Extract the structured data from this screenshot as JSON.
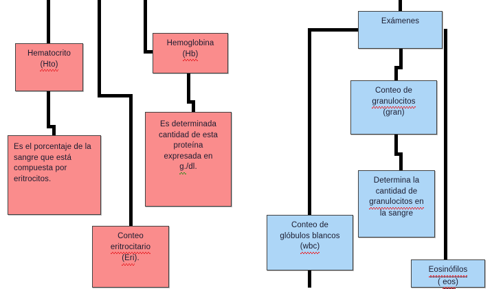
{
  "diagram": {
    "title": "Examenes de sangre - mapa conceptual",
    "colors": {
      "pink_fill": "#FA8C8C",
      "blue_fill": "#ADD6F7",
      "node_border": "#404040",
      "connector": "#000000",
      "text": "#1A1A2E",
      "spellcheck_red": "#E8262B",
      "grammar_green": "#3D8A24",
      "background": "#FFFFFF"
    },
    "nodes": {
      "hematocrito": {
        "line1": "Hematocrito",
        "line2": "(Hto)"
      },
      "hematocrito_desc": {
        "text": "Es el porcentaje de la sangre que está compuesta por eritrocitos."
      },
      "hemoglobina": {
        "line1": "Hemoglobina",
        "line2": "(Hb)"
      },
      "hemoglobina_desc": {
        "line1": "Es determinada",
        "line2": "cantidad de esta",
        "line3": "proteína",
        "line4": "expresada en",
        "line5_a": "g.",
        "line5_b": "/dl."
      },
      "conteo_eritrocitario": {
        "line1": "Conteo",
        "line2": "eritrocitario",
        "line3_a": "(Eri",
        "line3_b": ")."
      },
      "examenes": {
        "label": "Exámenes"
      },
      "conteo_granulocitos": {
        "line1": "Conteo de",
        "line2": "granulocitos",
        "line3": "(gran)"
      },
      "granulocitos_desc": {
        "line1": "Determina la",
        "line2": "cantidad de",
        "line3": "granulocitos en",
        "line4": "la sangre"
      },
      "conteo_globulos_blancos": {
        "line1": "Conteo de",
        "line2": "glóbulos blancos",
        "line3": "(wbc)"
      },
      "eosinofilos": {
        "line1": "Eosinófilos",
        "line2_a": "( ",
        "line2_b": "eos",
        "line2_c": ")"
      }
    }
  }
}
